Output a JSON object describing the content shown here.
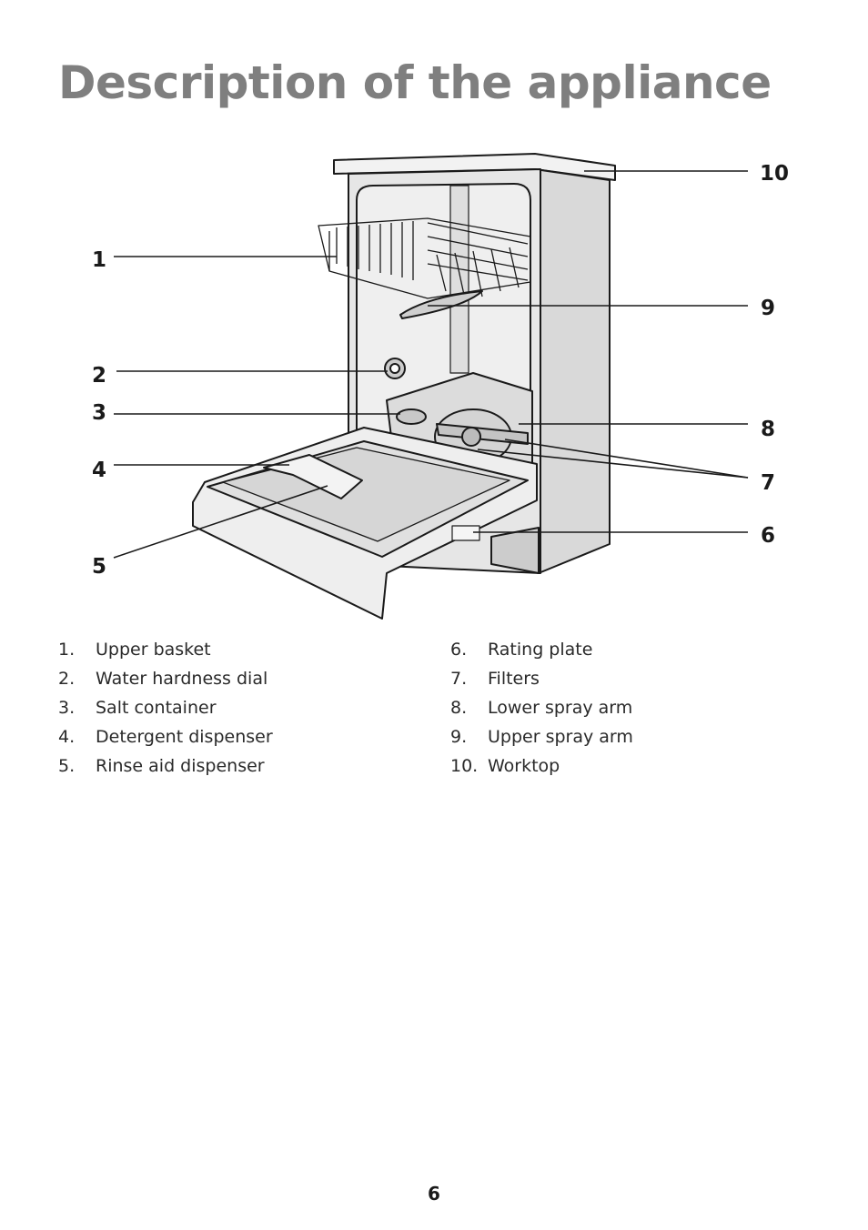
{
  "page": {
    "title": "Description of the appliance",
    "page_number": "6"
  },
  "callouts": [
    "1",
    "2",
    "3",
    "4",
    "5",
    "6",
    "7",
    "8",
    "9",
    "10"
  ],
  "legend": {
    "left": [
      {
        "num": "1.",
        "label": "Upper basket"
      },
      {
        "num": "2.",
        "label": "Water hardness dial"
      },
      {
        "num": "3.",
        "label": "Salt container"
      },
      {
        "num": "4.",
        "label": "Detergent dispenser"
      },
      {
        "num": "5.",
        "label": "Rinse aid dispenser"
      }
    ],
    "right": [
      {
        "num": "6.",
        "label": "Rating plate"
      },
      {
        "num": "7.",
        "label": "Filters"
      },
      {
        "num": "8.",
        "label": "Lower spray arm"
      },
      {
        "num": "9.",
        "label": "Upper spray arm"
      },
      {
        "num": "10.",
        "label": "Worktop"
      }
    ]
  },
  "colors": {
    "title": "#7f7f7f",
    "appliance_fill": "#e8e8e8",
    "appliance_shade": "#d0d0d0",
    "line": "#1a1a1a"
  }
}
